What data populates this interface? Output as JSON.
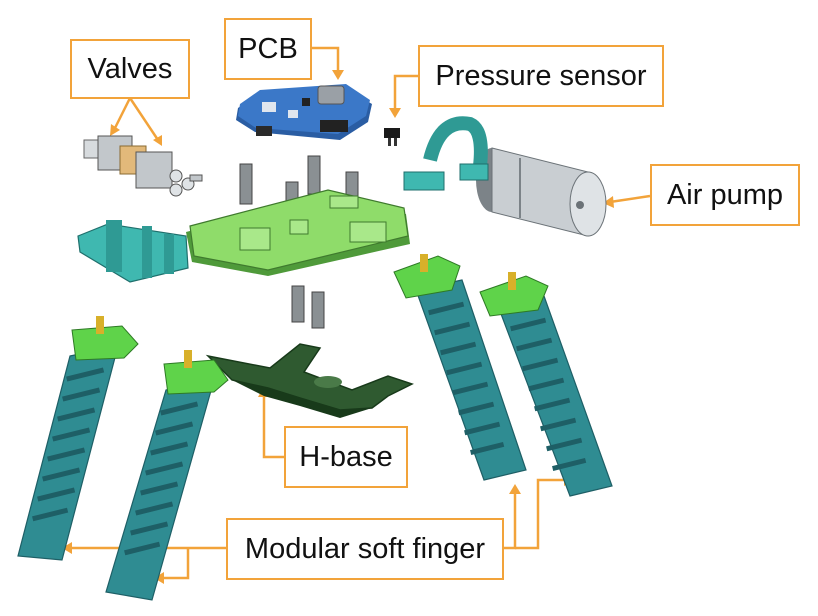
{
  "colors": {
    "callout": "#f2a33a",
    "teal": "#3fb8b0",
    "teal_dark": "#1f6f6c",
    "finger": "#2f8c92",
    "finger_dark": "#1e5f66",
    "connector_green": "#5fd34a",
    "plate_green": "#8fdc6a",
    "plate_dark": "#4f9a3a",
    "hbase": "#2f5a30",
    "hbase_dark": "#183a1a",
    "pcb_blue": "#3b78c8",
    "standoff_gray": "#8a9093",
    "pump_gray": "#c9ced2",
    "valve_gray": "#b8bdc1",
    "brass": "#d8b02a"
  },
  "labels": {
    "valves": "Valves",
    "pcb": "PCB",
    "pressure_sensor": "Pressure sensor",
    "air_pump": "Air pump",
    "h_base": "H-base",
    "modular_soft_finger": "Modular soft finger"
  }
}
